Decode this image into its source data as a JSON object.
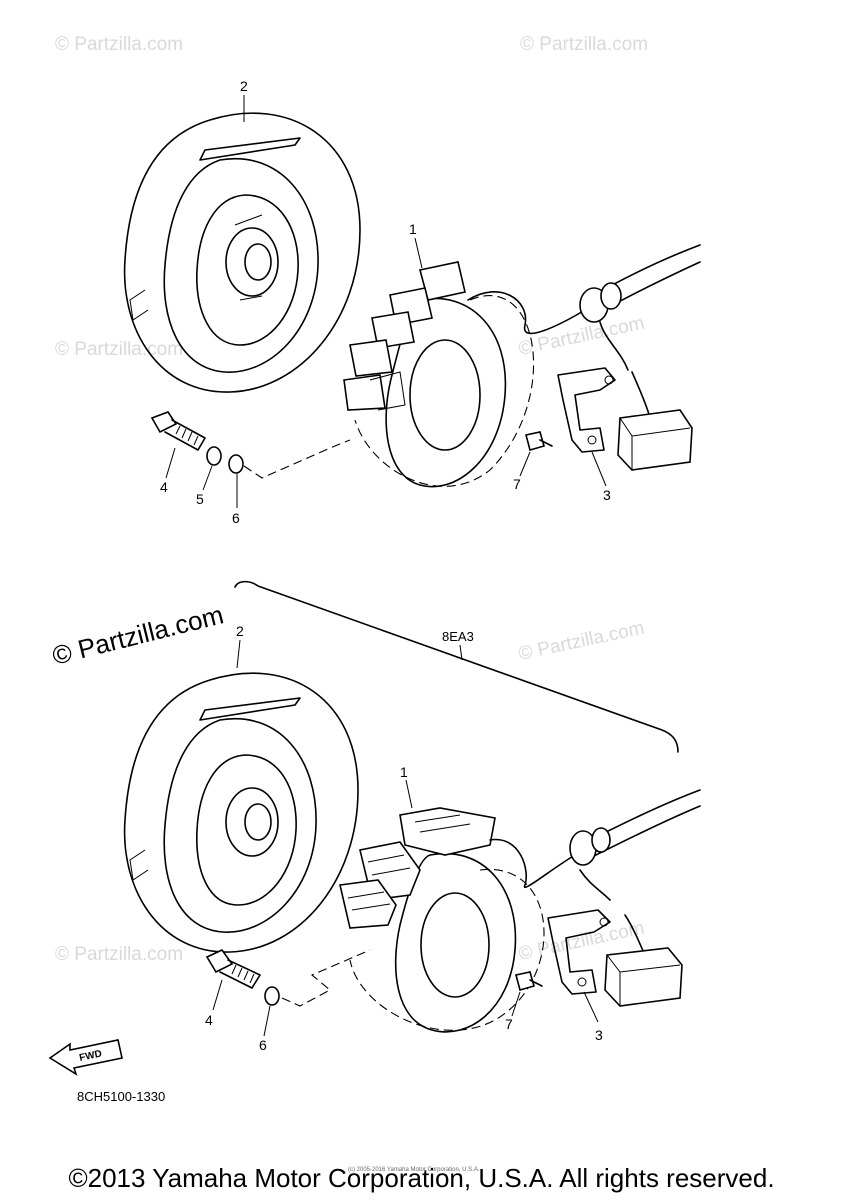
{
  "watermark": {
    "text": "© Partzilla.com",
    "corner_text": "© Partzilla.com"
  },
  "top_diagram": {
    "callouts": [
      "1",
      "2",
      "3",
      "4",
      "5",
      "6",
      "7"
    ]
  },
  "bottom_diagram": {
    "group_label": "8EA3",
    "callouts": [
      "1",
      "2",
      "3",
      "4",
      "6",
      "7"
    ],
    "fwd_label": "FWD",
    "part_code": "8CH5100-1330"
  },
  "footer": {
    "tiny_text": "(c) 2005-2016 Yamaha Motor Corporation, U.S.A.",
    "copyright": "©2013 Yamaha Motor Corporation, U.S.A. All rights reserved."
  }
}
